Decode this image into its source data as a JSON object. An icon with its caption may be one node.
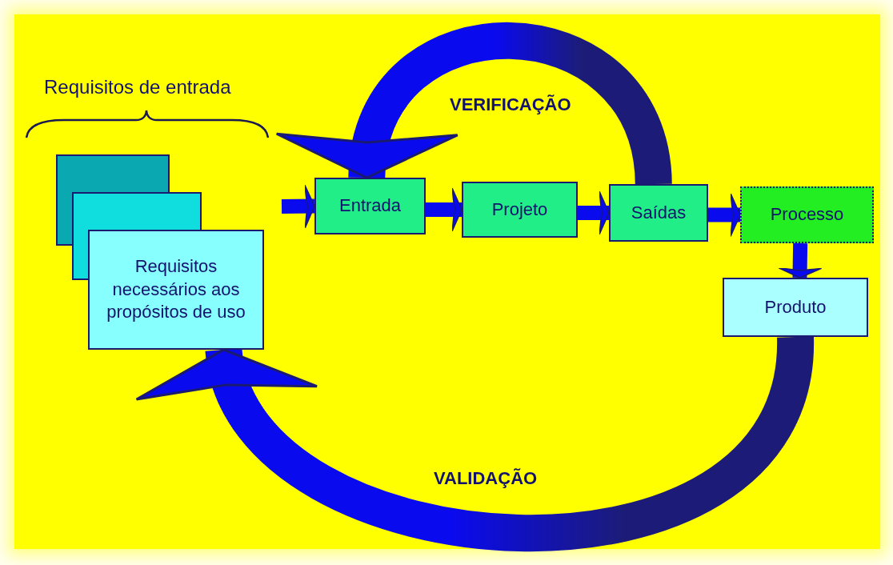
{
  "diagram": {
    "nodes": [
      {
        "text": [],
        "shape": "box"
      },
      {
        "text": [],
        "shape": "box"
      },
      {
        "text": [
          "Requisitos necessários aos propósitos de uso"
        ]
      },
      {
        "text": [
          "Entrada"
        ]
      },
      {
        "text": [
          "Projeto"
        ]
      },
      {
        "text": [
          "Saídas"
        ]
      },
      {
        "text": [
          "Processo"
        ]
      },
      {
        "text": [
          "Produto"
        ]
      }
    ],
    "edges": [
      {
        "from": null,
        "to": 3,
        "arrow": "to"
      },
      {
        "from": 3,
        "to": 4,
        "arrow": "to"
      },
      {
        "from": 4,
        "to": 5,
        "arrow": "to"
      },
      {
        "from": 5,
        "to": 6,
        "arrow": "to"
      },
      {
        "from": 6,
        "to": 7,
        "arrow": "to"
      },
      {
        "from": 5,
        "to": 3,
        "arrow": "to",
        "label": "VERIFICAÇÃO",
        "style": "thick"
      },
      {
        "from": 7,
        "to": 2,
        "arrow": "to",
        "label": "VALIDAÇÃO",
        "style": "thick"
      }
    ],
    "labels": [
      "Requisitos de entrada"
    ]
  }
}
